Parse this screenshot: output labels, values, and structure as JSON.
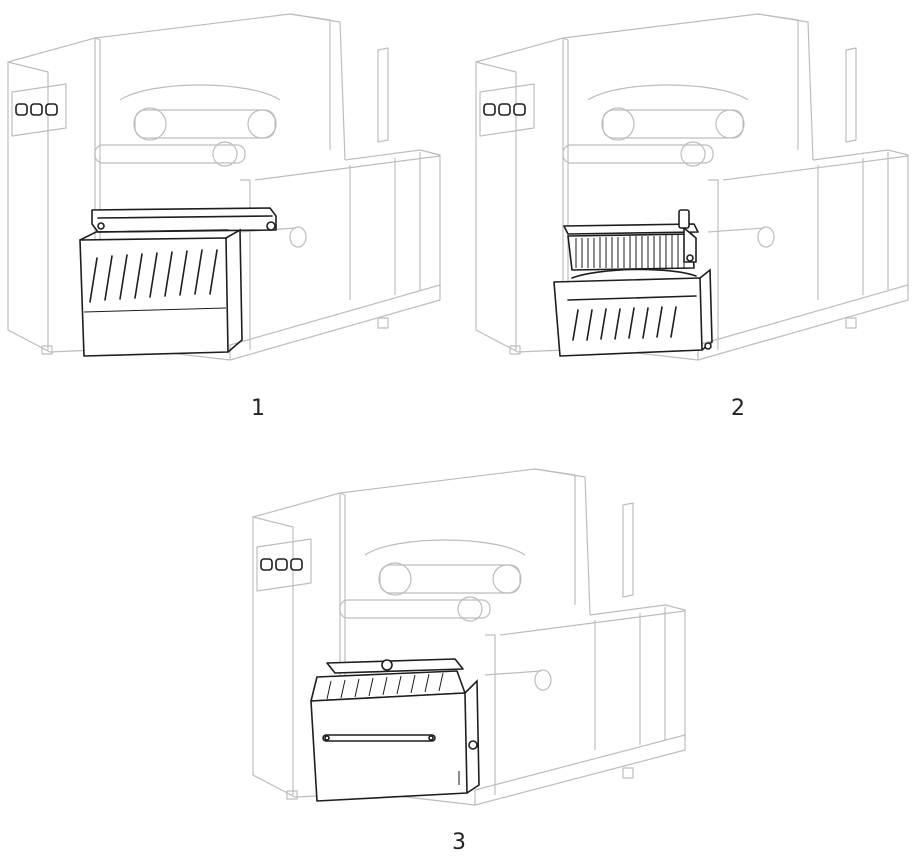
{
  "figures": [
    {
      "id": "printer-with-peel-option",
      "callout": "1"
    },
    {
      "id": "printer-with-rewind-option",
      "callout": "2"
    },
    {
      "id": "printer-with-cutter-option",
      "callout": "3"
    }
  ],
  "colors": {
    "ghost_outline": "#bdbdbd",
    "highlight_outline": "#1e1e1e",
    "background": "#ffffff"
  }
}
